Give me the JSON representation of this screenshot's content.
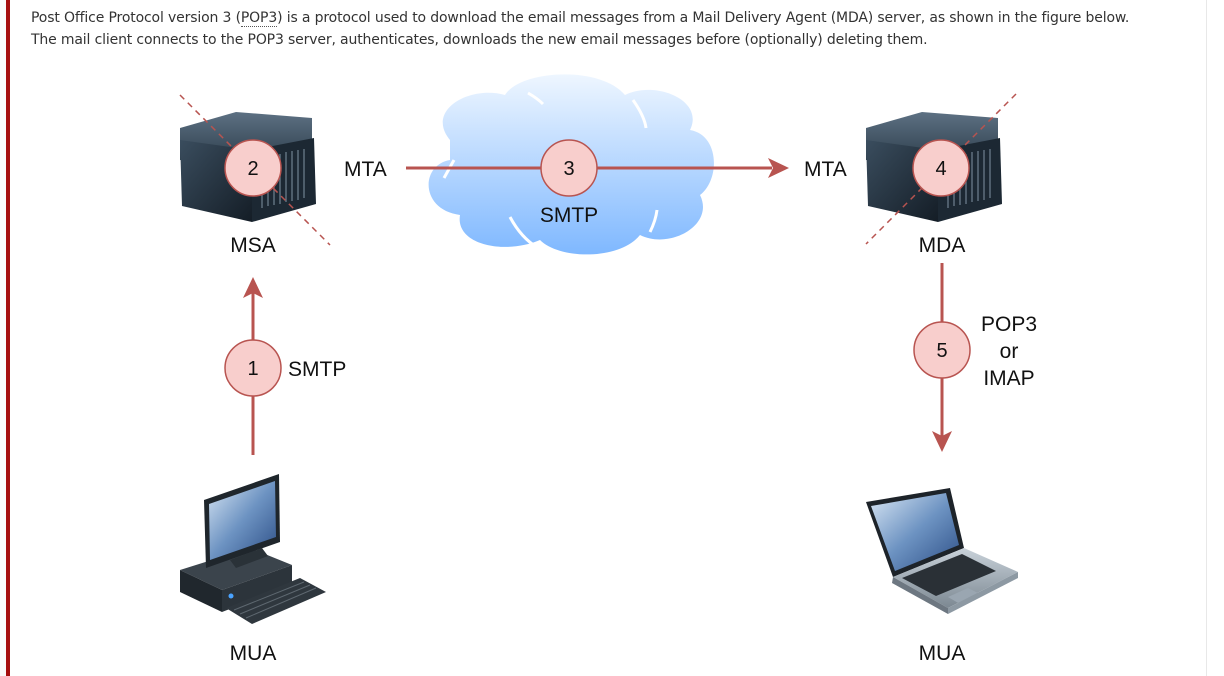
{
  "intro": {
    "line1_pre": "Post Office Protocol version 3 (",
    "line1_abbr": "POP3",
    "line1_post": ") is a protocol used to download the email messages from a Mail Delivery Agent (MDA) server, as shown in the figure below.",
    "line2": "The mail client connects to the POP3 server, authenticates, downloads the new email messages before (optionally) deleting them."
  },
  "colors": {
    "accent_bar": "#a50e0e",
    "arrow": "#b85450",
    "step_fill": "#f8cecc",
    "cloud_top": "#eef6ff",
    "cloud_bottom": "#7fb8ff"
  },
  "diagram": {
    "nodes": {
      "msa": "MSA",
      "msa_mta": "MTA",
      "mda_mta": "MTA",
      "mda": "MDA",
      "mua_sender": "MUA",
      "mua_receiver": "MUA"
    },
    "steps": [
      {
        "number": "1",
        "label": "SMTP"
      },
      {
        "number": "2",
        "label": ""
      },
      {
        "number": "3",
        "label": "SMTP"
      },
      {
        "number": "4",
        "label": ""
      },
      {
        "number": "5",
        "label_lines": [
          "POP3",
          "or",
          "IMAP"
        ]
      }
    ]
  }
}
